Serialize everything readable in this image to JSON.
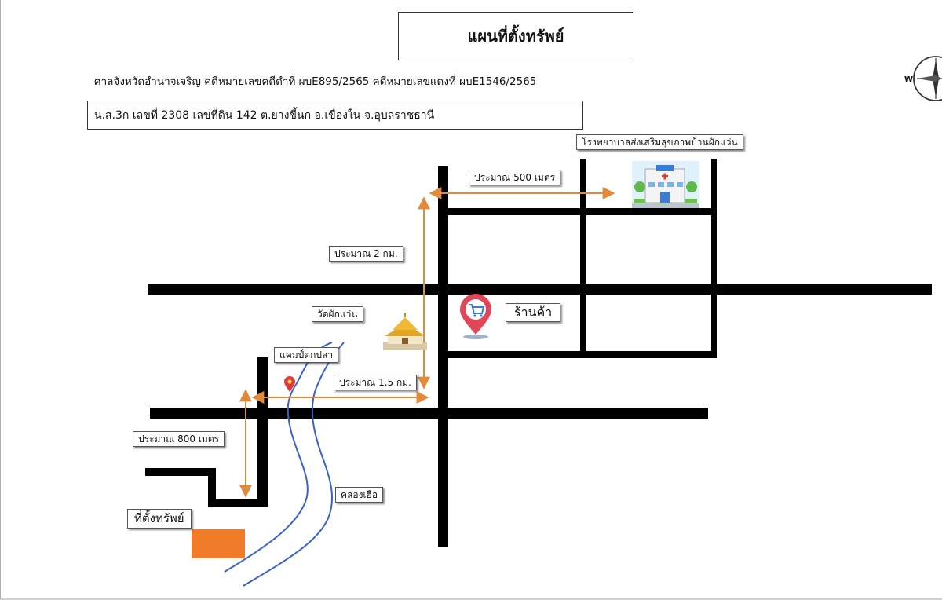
{
  "header": {
    "title": "แผนที่ตั้งทรัพย์",
    "court_line": "ศาลจังหวัดอำนาจเจริญ คดีหมายเลขคดีดำที่  ผบE895/2565   คดีหมายเลขแดงที่ ผบE1546/2565",
    "deed_line": "น.ส.3ก เลขที่  2308   เลขที่ดิน  142  ต.ยางขี้นก  อ.เขื่องใน  จ.อุบลราชธานี"
  },
  "compass": {
    "letter": "W"
  },
  "labels": {
    "hospital": "โรงพยาบาลส่งเสริมสุขภาพบ้านผักแว่น",
    "dist_500m": "ประมาณ 500 เมตร",
    "dist_2km": "ประมาณ 2 กม.",
    "temple": "วัดผักแว่น",
    "shop": "ร้านค้า",
    "fish_camp": "แคมป์ตกปลา",
    "dist_1_5km": "ประมาณ 1.5 กม.",
    "dist_800m": "ประมาณ 800 เมตร",
    "canal": "คลองเฮือ",
    "property": "ที่ตั้งทรัพย์"
  },
  "icons": {
    "hospital": "hospital-building-icon",
    "temple": "temple-icon",
    "shop": "shopping-cart-pin-icon",
    "fish_camp": "map-pin-icon",
    "compass": "compass-icon"
  },
  "colors": {
    "road": "#000000",
    "arrow": "#e28a3a",
    "canal": "#3a62c6",
    "property": "#f07c2a",
    "pin": "#e23a3a"
  }
}
